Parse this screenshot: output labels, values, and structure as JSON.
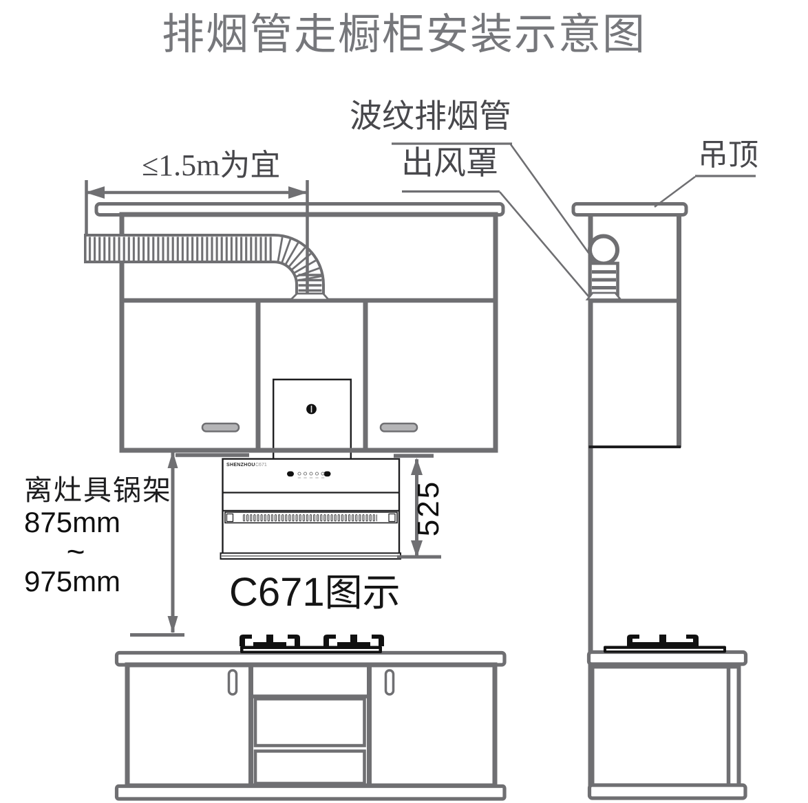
{
  "title": "排烟管走橱柜安装示意图",
  "labels": {
    "corrugated_duct": "波纹排烟管",
    "air_outlet_cover": "出风罩",
    "ceiling": "吊顶"
  },
  "dimensions": {
    "duct_run_limit": "≤1.5m为宜",
    "hood_height_mm": "525",
    "stove_clearance_caption": "离灶具锅架",
    "stove_clearance_min": "875mm",
    "stove_clearance_tilde": "~",
    "stove_clearance_max": "975mm"
  },
  "caption": {
    "model": "C671",
    "suffix": "图示"
  },
  "hood_brand": {
    "name": "SHENZHOU",
    "model": "C671"
  },
  "colors": {
    "cabinet_line_gray": "#6f6f72",
    "appliance_line_black": "#1d1d1f",
    "title_gray": "#76777b",
    "label_dark_gray": "#48484c",
    "text_black": "#0f0f0f"
  }
}
